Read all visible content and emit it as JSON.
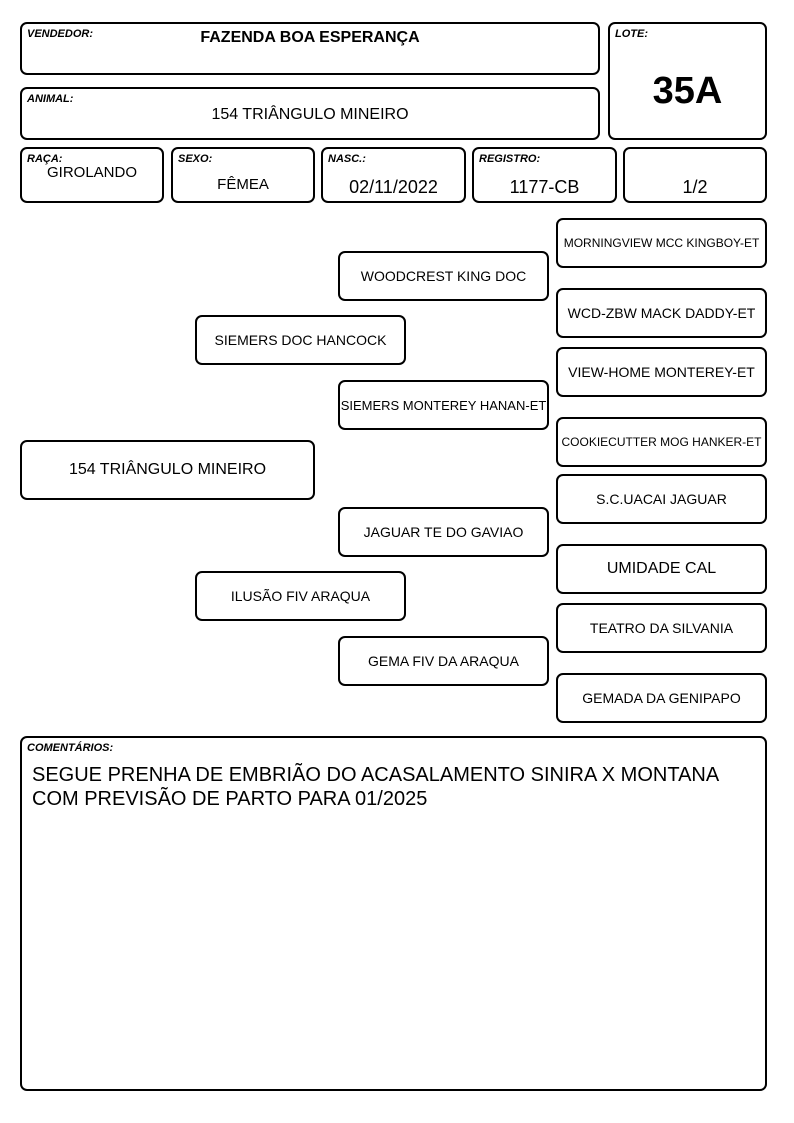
{
  "header": {
    "vendor_label": "VENDEDOR:",
    "vendor": "FAZENDA BOA ESPERANÇA",
    "lot_label": "LOTE:",
    "lot": "35A",
    "animal_label": "ANIMAL:",
    "animal": "154 TRIÂNGULO MINEIRO"
  },
  "fields": {
    "breed_label": "RAÇA:",
    "breed": "GIROLANDO",
    "sex_label": "SEXO:",
    "sex": "FÊMEA",
    "birth_label": "NASC.:",
    "birth": "02/11/2022",
    "registry_label": "REGISTRO:",
    "registry": "1177-CB",
    "fraction": "1/2"
  },
  "pedigree": {
    "subject": "154 TRIÂNGULO MINEIRO",
    "sire": "SIEMERS DOC HANCOCK",
    "dam": "ILUSÃO FIV ARAQUA",
    "sire_sire": "WOODCREST KING DOC",
    "sire_dam": "SIEMERS MONTEREY HANAN-ET",
    "dam_sire": "JAGUAR TE DO GAVIAO",
    "dam_dam": "GEMA FIV DA ARAQUA",
    "g3": [
      "MORNINGVIEW MCC KINGBOY-ET",
      "WCD-ZBW MACK DADDY-ET",
      "VIEW-HOME MONTEREY-ET",
      "COOKIECUTTER MOG HANKER-ET",
      "S.C.UACAI JAGUAR",
      "UMIDADE CAL",
      "TEATRO DA SILVANIA",
      "GEMADA DA GENIPAPO"
    ]
  },
  "comments": {
    "label": "COMENTÁRIOS:",
    "text_line1": "SEGUE PRENHA DE EMBRIÃO DO ACASALAMENTO SINIRA X MONTANA",
    "text_line2": "COM PREVISÃO DE PARTO PARA 01/2025"
  }
}
